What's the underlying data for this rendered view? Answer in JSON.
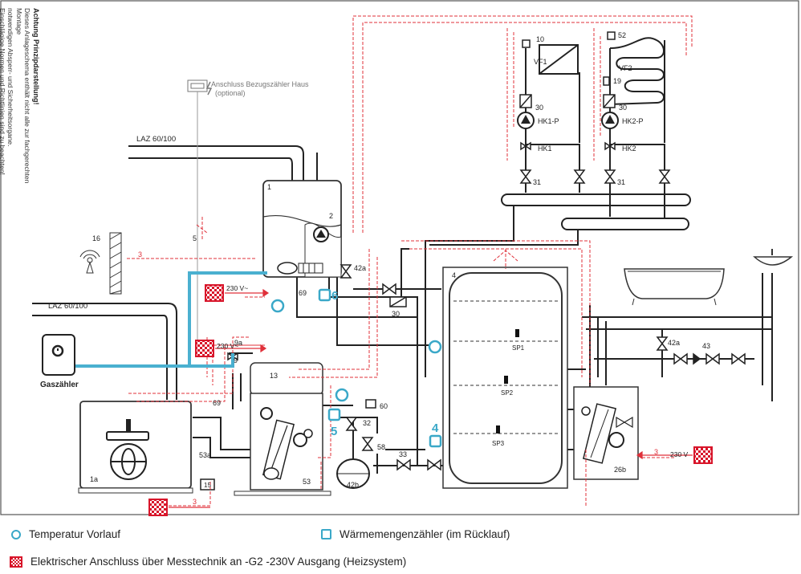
{
  "diagram": {
    "notice": {
      "heading": "Achtung Prinzipdarstellung!",
      "lines": [
        "Dieses Anlageschema enthält nicht alle zur fachgerechten Montage",
        "notwendigen Absperr- und Sicherheitsorgane.",
        "Einschlägige Normen und Richtlinien sind zu beachten!"
      ]
    },
    "labels": {
      "meter_connection": "Anschluss Bezugszähler Haus",
      "meter_optional": "(optional)",
      "laz_top": "LAZ 60/100",
      "laz_bottom": "LAZ 60/100",
      "gas_meter": "Gaszähler",
      "voltage_1": "230 V~",
      "voltage_2": "230 V~",
      "voltage_3": "230 V",
      "n1": "1",
      "n1a": "1a",
      "n2": "2",
      "n3a": "3",
      "n3b": "3",
      "n3c": "3",
      "n4": "4",
      "n5": "5",
      "n6": "6",
      "n9": "9",
      "n9a": "9a",
      "n10": "10",
      "n13": "13",
      "n15": "15",
      "n16": "16",
      "n19": "19",
      "n26b": "26b",
      "n30a": "30",
      "n30b": "30",
      "n30c": "30",
      "n31a": "31",
      "n31b": "31",
      "n32": "32",
      "n33": "33",
      "n42a_1": "42a",
      "n42a_2": "42a",
      "n42b": "42b",
      "n43": "43",
      "n52": "52",
      "n53": "53",
      "n53a": "53a",
      "n58": "58",
      "n60": "60",
      "n69a": "69",
      "n69b": "69",
      "n5slash": "5",
      "vf1": "VF1",
      "vf2": "VF2",
      "hk1p": "HK1-P",
      "hk2p": "HK2-P",
      "hk1": "HK1",
      "hk2": "HK2",
      "sp1": "SP1",
      "sp2": "SP2",
      "sp3": "SP3",
      "sensor_4": "4",
      "sensor_5": "5",
      "sensor_6": "6"
    }
  },
  "legend": {
    "flow_temp": "Temperatur Vorlauf",
    "heat_meter": "Wärmemengenzähler (im Rücklauf)",
    "electric": "Elektrischer Anschluss über Messtechnik an -G2 -230V Ausgang (Heizsystem)"
  },
  "colors": {
    "pipe": "#222222",
    "signal": "#e0303a",
    "gas_line": "#4ab0d0",
    "sensor": "#3aa8c8",
    "plug": "#d8152a"
  },
  "icons": [
    "gas-meter-icon",
    "pump-icon",
    "valve-icon",
    "plug-icon",
    "sensor-circle-icon",
    "heat-meter-icon",
    "bathtub-icon",
    "sink-icon"
  ]
}
